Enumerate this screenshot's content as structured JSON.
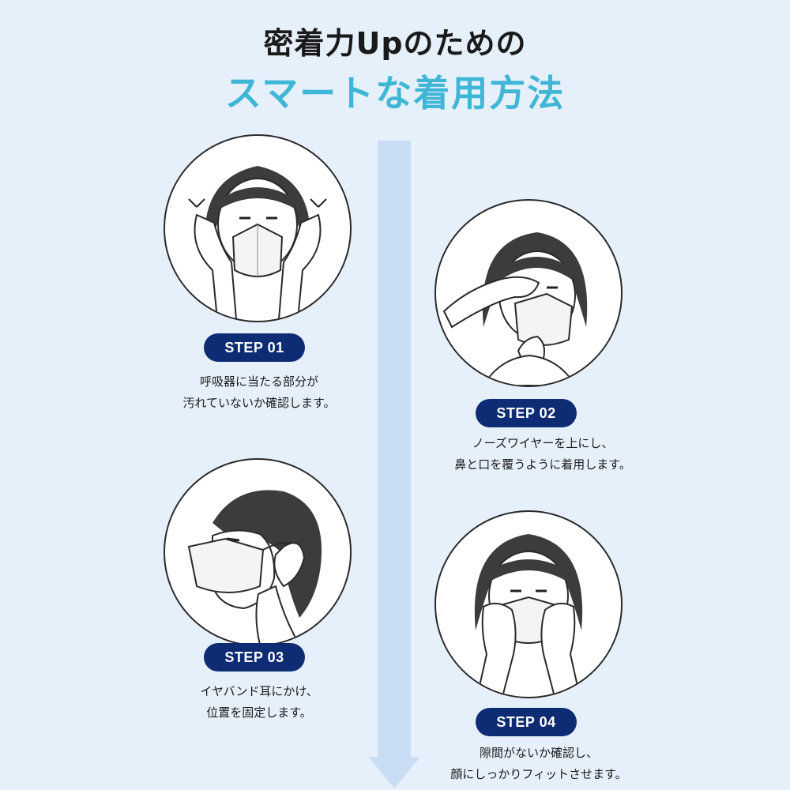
{
  "title": {
    "line1": "密着力Upのための",
    "line2": "スマートな着用方法"
  },
  "colors": {
    "background": "#e6f0fb",
    "title_accent": "#3fb6d6",
    "step_pill": "#0d2c73",
    "center_line": "#c9def5"
  },
  "steps": [
    {
      "label": "STEP 01",
      "line1": "呼吸器に当たる部分が",
      "line2": "汚れていないか確認します。",
      "illustration": "check-mask-illustration"
    },
    {
      "label": "STEP 02",
      "line1": "ノーズワイヤーを上にし、",
      "line2": "鼻と口を覆うように着用します。",
      "illustration": "wear-mask-illustration"
    },
    {
      "label": "STEP 03",
      "line1": "イヤバンド耳にかけ、",
      "line2": "位置を固定します。",
      "illustration": "ear-band-illustration"
    },
    {
      "label": "STEP 04",
      "line1": "隙間がないか確認し、",
      "line2": "顔にしっかりフィットさせます。",
      "illustration": "fit-mask-illustration"
    }
  ]
}
